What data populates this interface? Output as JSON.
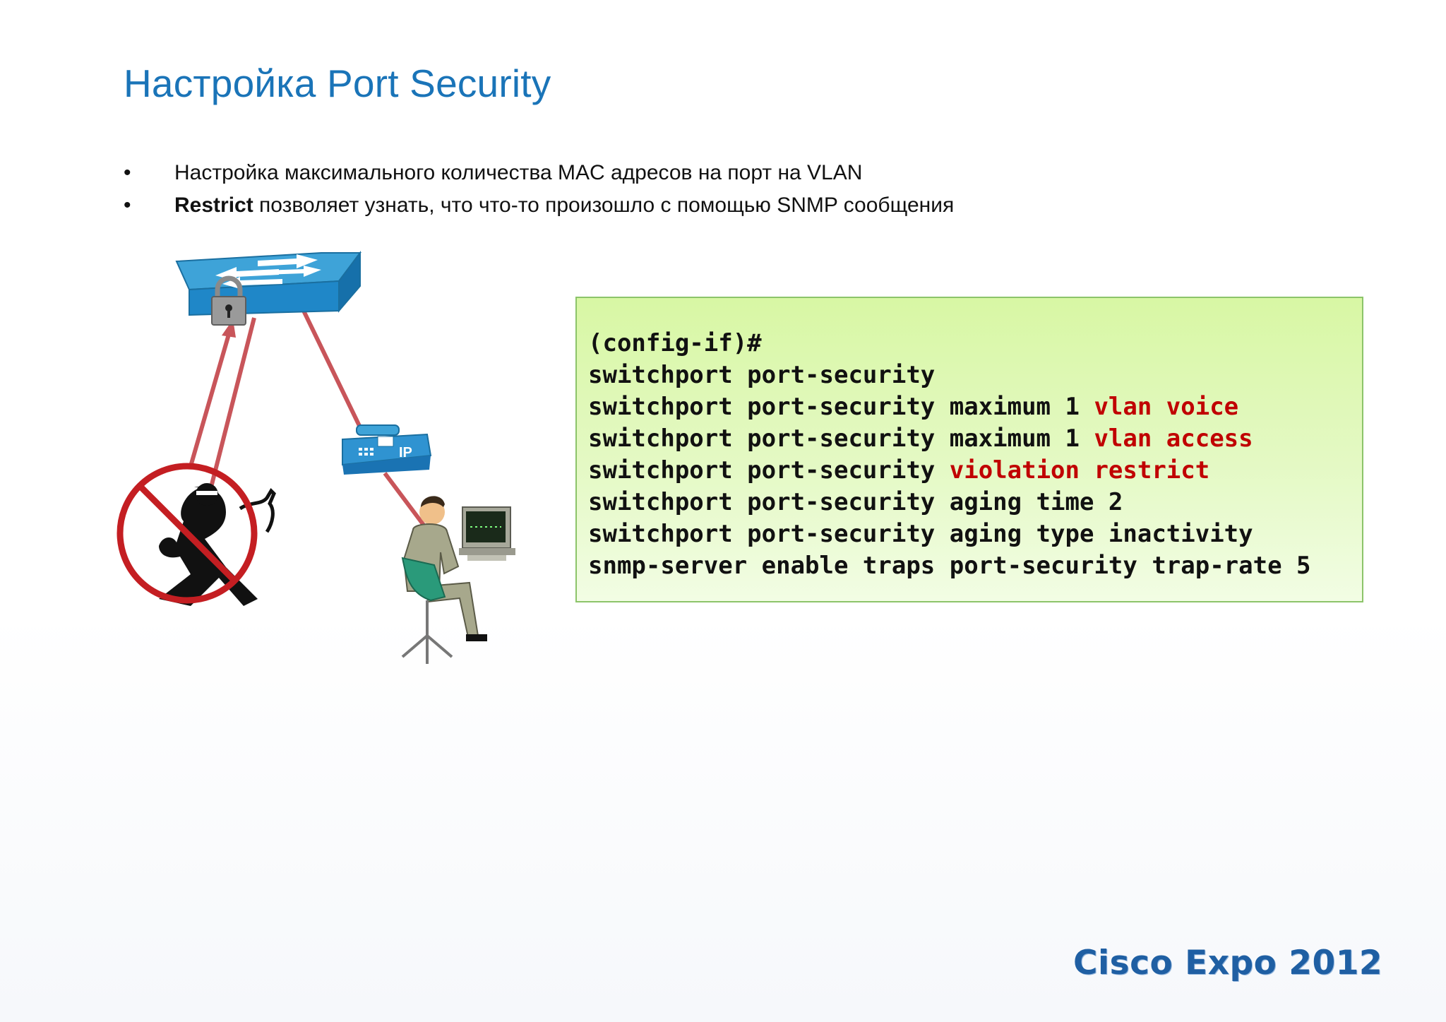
{
  "slide": {
    "title": "Настройка Port Security",
    "bullets": [
      {
        "marker": "•",
        "bold": "",
        "text": "Настройка максимального количества MAC адресов на порт на VLAN"
      },
      {
        "marker": "•",
        "bold": "Restrict",
        "text": " позволяет узнать, что что-то произошло с помощью SNMP сообщения"
      }
    ],
    "diagram": {
      "switch_icon": "switch-icon",
      "lock_icon": "padlock-icon",
      "ip_phone_icon": "ip-phone-icon",
      "ip_phone_label": "IP",
      "attacker_icon": "prohibited-attacker-icon",
      "user_icon": "user-at-workstation-icon",
      "link_color": "#c8555a"
    },
    "code": {
      "lines": [
        {
          "plain": "(config-if)#",
          "highlight": "",
          "after": ""
        },
        {
          "plain": "switchport port-security",
          "highlight": "",
          "after": ""
        },
        {
          "plain": "switchport port-security maximum 1 ",
          "highlight": "vlan voice",
          "after": ""
        },
        {
          "plain": "switchport port-security maximum 1 ",
          "highlight": "vlan access",
          "after": ""
        },
        {
          "plain": "switchport port-security ",
          "highlight": "violation restrict",
          "after": ""
        },
        {
          "plain": "switchport port-security aging time 2",
          "highlight": "",
          "after": ""
        },
        {
          "plain": "switchport port-security aging type inactivity",
          "highlight": "",
          "after": ""
        },
        {
          "plain": "snmp-server enable traps port-security trap-rate 5",
          "highlight": "",
          "after": ""
        }
      ],
      "highlight_color": "#c00000",
      "background": "#dff7b4"
    },
    "footer": {
      "logo_text": "Cisco Expo 2012"
    },
    "colors": {
      "title": "#1a74b8",
      "logo": "#1f5fa3"
    }
  }
}
